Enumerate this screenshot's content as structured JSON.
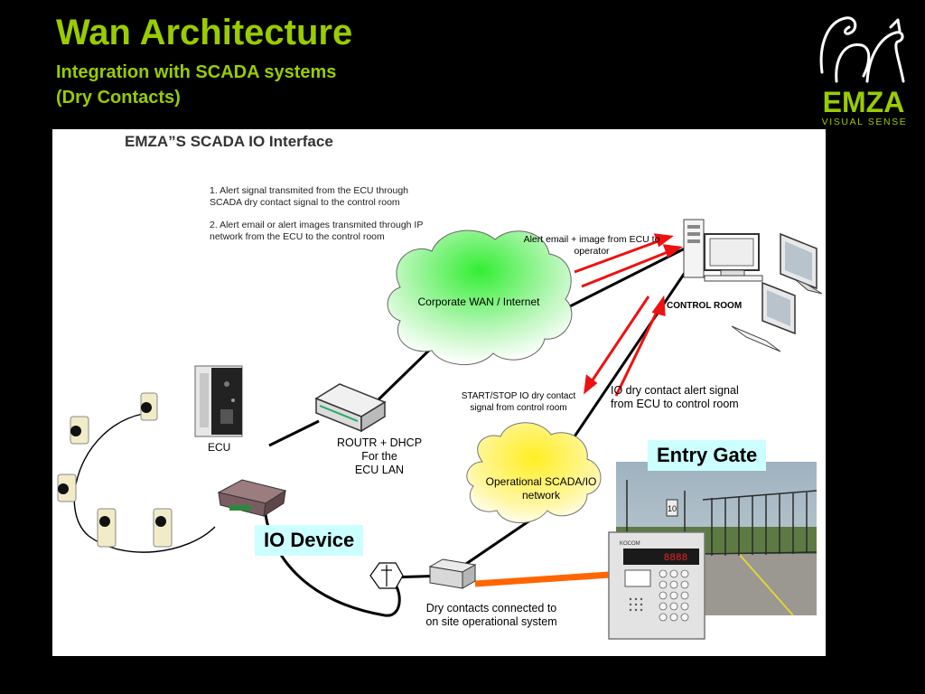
{
  "slide": {
    "title": "Wan Architecture",
    "subtitle_line1": "Integration with SCADA systems",
    "subtitle_line2": "(Dry Contacts)"
  },
  "logo": {
    "brand": "EMZA",
    "tagline": "VISUAL SENSE",
    "brand_color": "#99cc00"
  },
  "diagram": {
    "title": "EMZA”S SCADA IO Interface",
    "note1_line1": "1. Alert signal transmited from the ECU through",
    "note1_line2": "SCADA dry contact signal to the control room",
    "note2_line1": "2. Alert email or alert images transmited through IP",
    "note2_line2": "network from the ECU to the control room",
    "alert_email_line1": "Alert email + image from ECU to",
    "alert_email_line2": "operator",
    "control_room": "CONTROL ROOM",
    "wan_cloud": "Corporate WAN / Internet",
    "scada_cloud_line1": "Operational SCADA/IO",
    "scada_cloud_line2": "network",
    "start_stop_line1": "START/STOP IO dry contact",
    "start_stop_line2": "signal from control room",
    "io_alert_line1": "IO dry contact alert signal",
    "io_alert_line2": "from ECU to control room",
    "ecu": "ECU",
    "router_line1": "ROUTR + DHCP",
    "router_line2": "For the",
    "router_line3": "ECU LAN",
    "dry_contacts_line1": "Dry contacts connected to",
    "dry_contacts_line2": "on site operational system",
    "keypad_brand": "KOCOM",
    "keypad_display": "8888",
    "gate_sign": "10"
  },
  "callouts": {
    "io_device": "IO Device",
    "entry_gate": "Entry Gate"
  },
  "colors": {
    "title_green": "#99cc00",
    "callout_bg": "#ccffff",
    "arrow_red": "#ee1111",
    "cable_orange": "#ff6600",
    "cloud_green": "#44ee44",
    "cloud_yellow": "#ffee33"
  }
}
